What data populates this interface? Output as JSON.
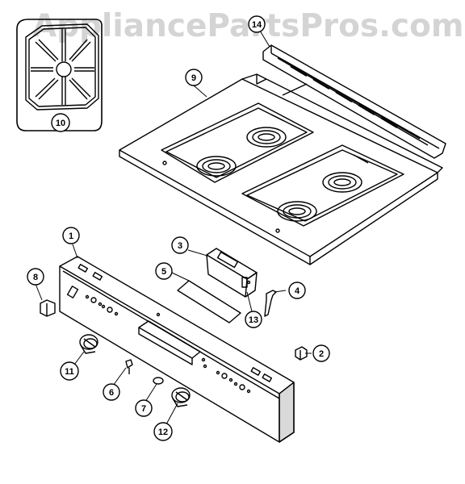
{
  "watermark": "AppliancePartsPros.com",
  "callouts": [
    {
      "id": "part-1",
      "label": "1"
    },
    {
      "id": "part-2",
      "label": "2"
    },
    {
      "id": "part-3",
      "label": "3"
    },
    {
      "id": "part-4",
      "label": "4"
    },
    {
      "id": "part-5",
      "label": "5"
    },
    {
      "id": "part-6",
      "label": "6"
    },
    {
      "id": "part-7",
      "label": "7"
    },
    {
      "id": "part-8",
      "label": "8"
    },
    {
      "id": "part-9",
      "label": "9"
    },
    {
      "id": "part-10",
      "label": "10"
    },
    {
      "id": "part-11",
      "label": "11"
    },
    {
      "id": "part-12",
      "label": "12"
    },
    {
      "id": "part-13",
      "label": "13"
    },
    {
      "id": "part-14",
      "label": "14"
    }
  ]
}
